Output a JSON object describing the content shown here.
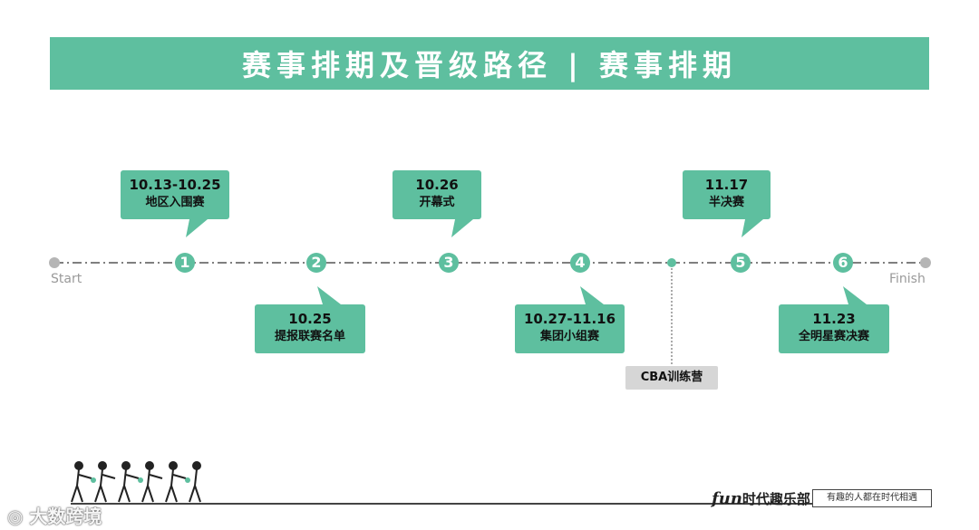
{
  "colors": {
    "accent": "#5ebf9f",
    "line": "#555555",
    "end_dot": "#b5b5b5",
    "cba_bg": "#d6d6d6"
  },
  "header": {
    "title": "赛事排期及晋级路径 | 赛事排期"
  },
  "timeline": {
    "start_label": "Start",
    "finish_label": "Finish",
    "nodes": [
      {
        "num": "1",
        "date": "10.13-10.25",
        "name": "地区入围赛",
        "side": "top"
      },
      {
        "num": "2",
        "date": "10.25",
        "name": "提报联赛名单",
        "side": "bottom"
      },
      {
        "num": "3",
        "date": "10.26",
        "name": "开幕式",
        "side": "top"
      },
      {
        "num": "4",
        "date": "10.27-11.16",
        "name": "集团小组赛",
        "side": "bottom"
      },
      {
        "num": "5",
        "date": "11.17",
        "name": "半决赛",
        "side": "top"
      },
      {
        "num": "6",
        "date": "11.23",
        "name": "全明星赛决赛",
        "side": "bottom"
      }
    ],
    "cba_camp": "CBA训练营"
  },
  "footer": {
    "brand_fun": "fun",
    "brand_name": "时代趣乐部",
    "slogan": "有趣的人都在时代相遇",
    "watermark": "大数跨境"
  }
}
